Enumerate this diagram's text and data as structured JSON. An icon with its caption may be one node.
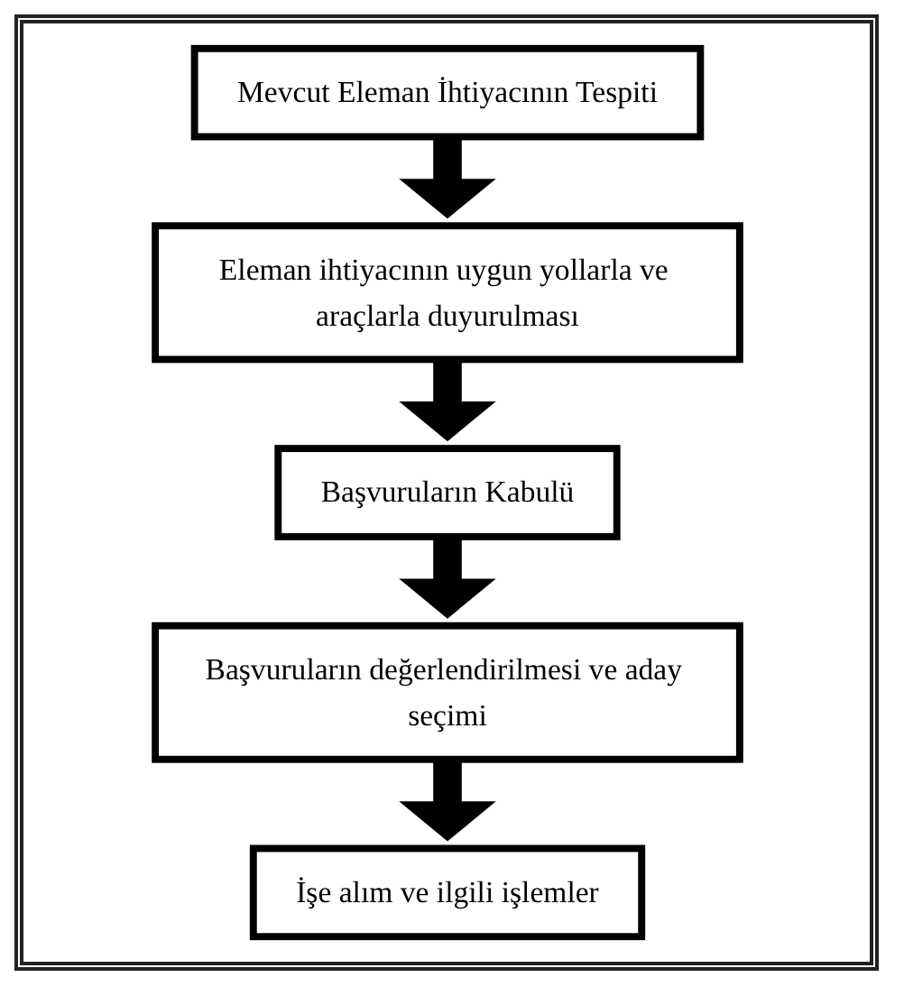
{
  "diagram": {
    "nodes": [
      {
        "text": [
          "Mevcut Eleman İhtiyacının Tespiti"
        ]
      },
      {
        "text": [
          "Eleman ihtiyacının uygun yollarla ve araçlarla duyurulması"
        ]
      },
      {
        "text": [
          "Başvuruların Kabulü"
        ]
      },
      {
        "text": [
          "Başvuruların değerlendirilmesi ve aday seçimi"
        ]
      },
      {
        "text": [
          "İşe alım ve ilgili işlemler"
        ]
      }
    ],
    "edges": [
      {
        "from": 0,
        "to": 1,
        "arrow": "to"
      },
      {
        "from": 1,
        "to": 2,
        "arrow": "to"
      },
      {
        "from": 2,
        "to": 3,
        "arrow": "to"
      },
      {
        "from": 3,
        "to": 4,
        "arrow": "to"
      }
    ]
  }
}
